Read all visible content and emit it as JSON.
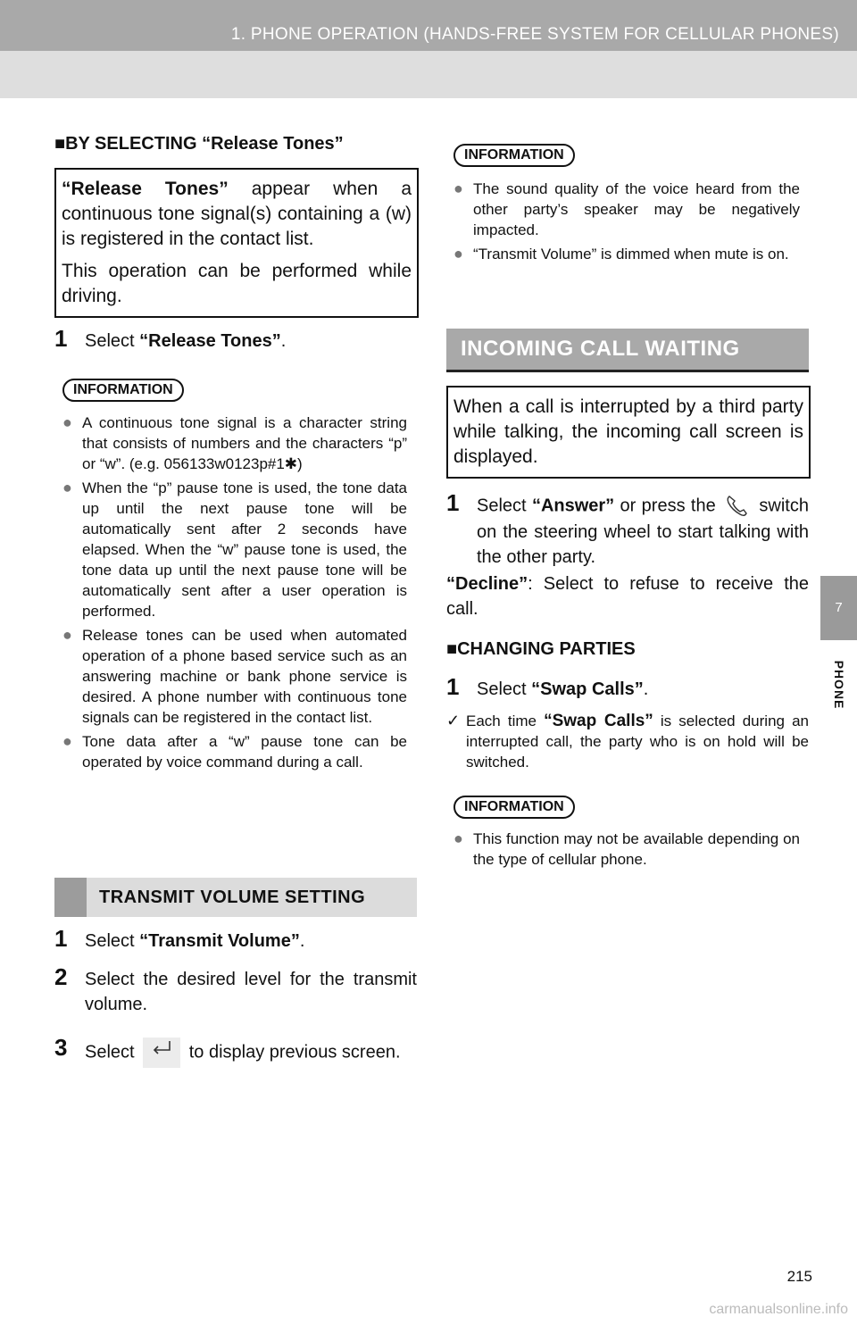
{
  "header": {
    "title": "1. PHONE OPERATION (HANDS-FREE SYSTEM FOR CELLULAR PHONES)"
  },
  "side": {
    "chapter_num": "7",
    "chapter_label": "PHONE"
  },
  "left": {
    "section_title": "■BY SELECTING “Release Tones”",
    "box_line1_bold": "“Release Tones”",
    "box_line1_rest": " appear when a continuous tone signal(s) containing a (w) is registered in the contact list.",
    "box_line2": "This operation can be performed while driving.",
    "step1_num": "1",
    "step1_pre": "Select ",
    "step1_bold": "“Release Tones”",
    "step1_post": ".",
    "info_label": "INFORMATION",
    "info_items": [
      "A continuous tone signal is a character string that consists of numbers and the characters “p” or “w”. (e.g. 056133w0123p#1✱)",
      "When the “p” pause tone is used, the tone data up until the next pause tone will be automatically sent after 2 seconds have elapsed. When the “w” pause tone is used, the tone data up until the next pause tone will be automatically sent after a user operation is performed.",
      "Release tones can be used when automated operation of a phone based service such as an answering machine or bank phone service is desired. A phone number with continuous tone signals can be registered in the contact list.",
      "Tone data after a “w” pause tone can be operated by voice command during a call."
    ],
    "banner": "TRANSMIT VOLUME SETTING",
    "tv_step1_num": "1",
    "tv_step1_pre": "Select ",
    "tv_step1_bold": "“Transmit Volume”",
    "tv_step1_post": ".",
    "tv_step2_num": "2",
    "tv_step2": "Select the desired level for the transmit volume.",
    "tv_step3_num": "3",
    "tv_step3_pre": "Select",
    "tv_step3_post": "to display previous screen."
  },
  "right": {
    "info_label": "INFORMATION",
    "info_items": [
      "The sound quality of the voice heard from the other party’s speaker may be negatively impacted.",
      "“Transmit Volume” is dimmed when mute is on."
    ],
    "banner": "INCOMING CALL WAITING",
    "box_text": "When a call is interrupted by a third party while talking, the incoming call screen is displayed.",
    "step1_num": "1",
    "step1_pre": "Select ",
    "step1_bold": "“Answer”",
    "step1_mid": " or press the",
    "step1_post": "switch on the steering wheel to start talking with the other party.",
    "decline_bold": "“Decline”",
    "decline_rest": ": Select to refuse to receive the call.",
    "section2_title": "■CHANGING PARTIES",
    "cp_step1_num": "1",
    "cp_step1_pre": "Select ",
    "cp_step1_bold": "“Swap Calls”",
    "cp_step1_post": ".",
    "cp_bullet_pre": "Each time ",
    "cp_bullet_bold": "“Swap Calls”",
    "cp_bullet_post": " is selected during an interrupted call, the party who is on hold will be switched.",
    "info2_label": "INFORMATION",
    "info2_items": [
      "This function may not be available depending on the type of cellular phone."
    ]
  },
  "footer": {
    "page_number": "215",
    "watermark": "carmanualsonline.info"
  },
  "icons": {
    "bullet": "●",
    "check_bullet": "✓"
  }
}
